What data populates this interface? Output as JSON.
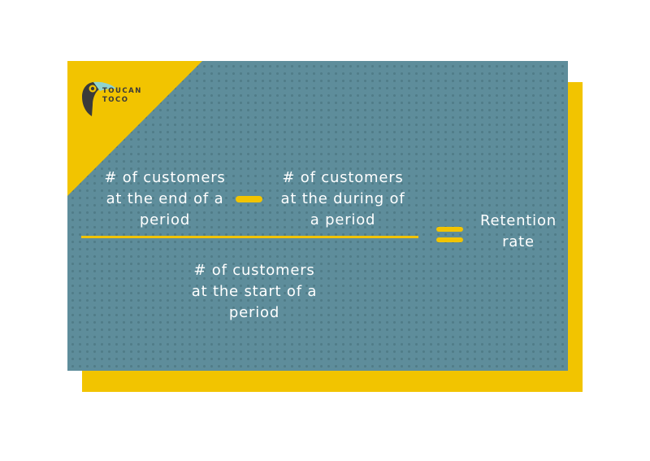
{
  "brand": {
    "logo_line1": "TOUCAN",
    "logo_line2": "TOCO",
    "icon": "toucan-icon"
  },
  "colors": {
    "card": "#5e8d9b",
    "accent": "#f2c400",
    "text": "#ffffff",
    "logo_dark": "#3a3a3a",
    "logo_beak": "#8fd3cf"
  },
  "formula": {
    "numerator_left": [
      "# of customers",
      "at the end of a",
      "period"
    ],
    "operator_minus": "minus-sign",
    "numerator_right": [
      "# of customers",
      "at the during of",
      "a period"
    ],
    "denominator": [
      "# of customers",
      "at the start of a",
      "period"
    ],
    "operator_equals": "equals-sign",
    "result": [
      "Retention",
      "rate"
    ]
  }
}
